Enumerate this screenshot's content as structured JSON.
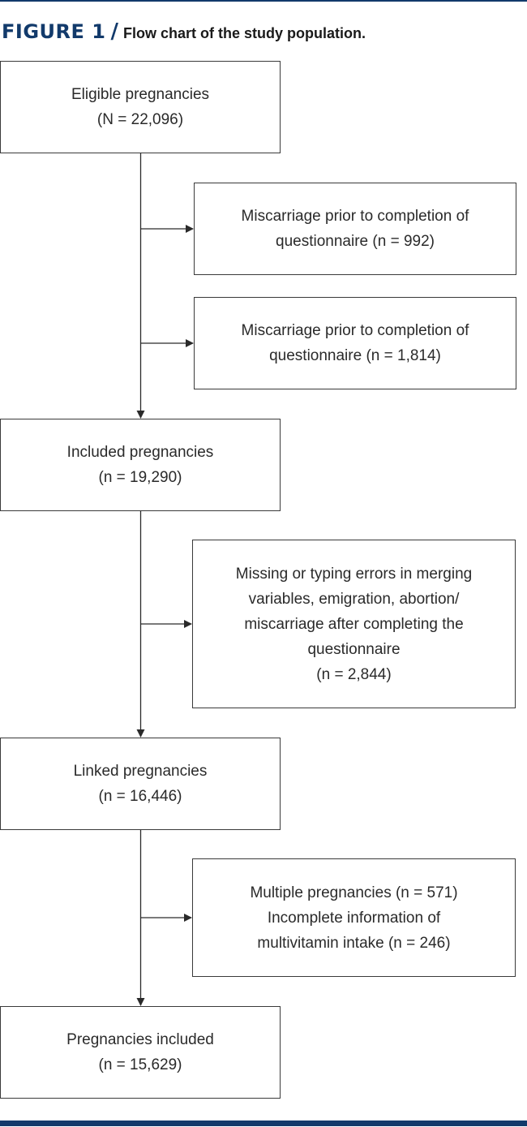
{
  "figure": {
    "label": "FIGURE 1",
    "separator": "/",
    "caption": "Flow chart of the study population."
  },
  "flow": {
    "eligible": {
      "title": "Eligible pregnancies",
      "count": "(N = 22,096)"
    },
    "excl_1": {
      "line1": "Miscarriage prior to completion of",
      "line2": "questionnaire (n = 992)"
    },
    "excl_2": {
      "line1": "Miscarriage prior to completion of",
      "line2": "questionnaire (n = 1,814)"
    },
    "included": {
      "title": "Included pregnancies",
      "count": "(n = 19,290)"
    },
    "excl_3": {
      "line1": "Missing or typing errors in merging",
      "line2": "variables, emigration, abortion/",
      "line3": "miscarriage after completing the",
      "line4": "questionnaire",
      "line5": "(n = 2,844)"
    },
    "linked": {
      "title": "Linked pregnancies",
      "count": "(n = 16,446)"
    },
    "excl_4": {
      "line1": "Multiple pregnancies (n = 571)",
      "line2": "Incomplete information of",
      "line3": "multivitamin intake (n = 246)"
    },
    "final": {
      "title": "Pregnancies included",
      "count": "(n = 15,629)"
    }
  }
}
